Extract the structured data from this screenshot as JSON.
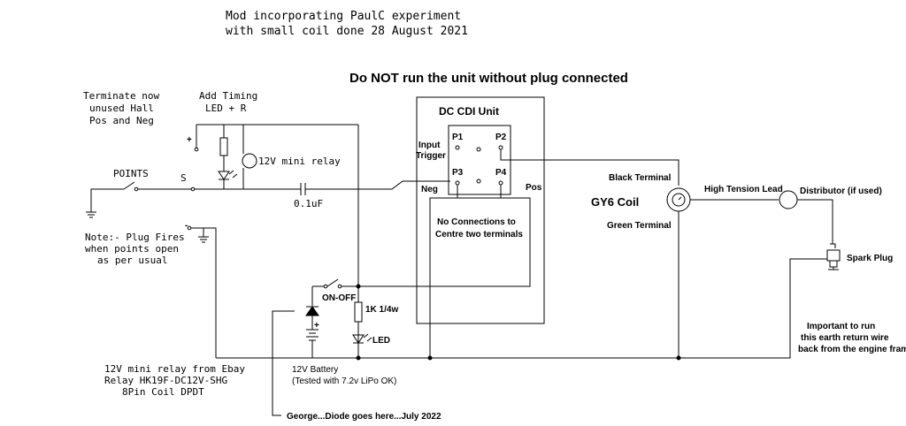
{
  "header": {
    "line1": "Mod incorporating PaulC experiment",
    "line2": "with small coil done 28 August 2021"
  },
  "warning": "Do NOT run the unit without plug connected",
  "notes": {
    "hall_1": "Terminate now",
    "hall_2": "unused Hall",
    "hall_3": "Pos and Neg",
    "timing_1": "Add Timing",
    "timing_2": "LED + R",
    "plug_1": "Note:- Plug Fires",
    "plug_2": "when points open",
    "plug_3": "as per usual",
    "relay_1": "12V mini relay from Ebay",
    "relay_2": "Relay HK19F-DC12V-SHG",
    "relay_3": "8Pin Coil DPDT",
    "earth_1": "Important to run",
    "earth_2": "this earth return wire",
    "earth_3": "back from the engine frame",
    "diode": "George...Diode goes here...July 2022"
  },
  "components": {
    "relay": "12V mini relay",
    "points": "POINTS",
    "s_label": "S",
    "plus": "+",
    "capacitor": "0.1uF",
    "switch": "ON-OFF",
    "resistor": "1K 1/4w",
    "led": "LED",
    "battery_1": "12V Battery",
    "battery_2": "(Tested with 7.2v LiPo OK)",
    "cdi_title": "DC CDI Unit",
    "p1": "P1",
    "p2": "P2",
    "p3": "P3",
    "p4": "P4",
    "input_1": "Input",
    "input_2": "Trigger",
    "neg": "Neg",
    "pos": "Pos",
    "no_conn_1": "No Connections to",
    "no_conn_2": "Centre two terminals",
    "black_terminal": "Black Terminal",
    "green_terminal": "Green Terminal",
    "coil": "GY6 Coil",
    "ht_lead": "High Tension Lead",
    "distributor": "Distributor (if used)",
    "spark_plug": "Spark Plug"
  }
}
